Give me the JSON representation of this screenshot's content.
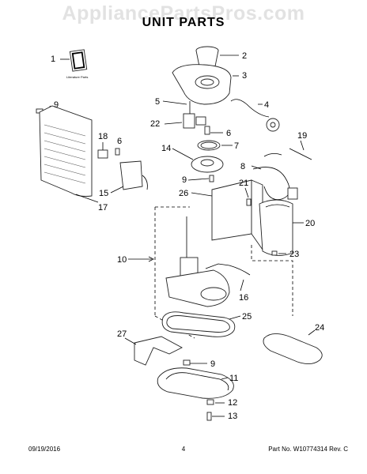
{
  "watermark": "AppliancePartsPros.com",
  "title": "UNIT  PARTS",
  "literature_label": "Literature Parts",
  "callouts": {
    "c1": "1",
    "c2": "2",
    "c3": "3",
    "c4": "4",
    "c5": "5",
    "c6a": "6",
    "c6b": "6",
    "c7": "7",
    "c8": "8",
    "c9a": "9",
    "c9b": "9",
    "c9c": "9",
    "c10": "10",
    "c11": "11",
    "c12": "12",
    "c13": "13",
    "c14": "14",
    "c15": "15",
    "c16": "16",
    "c17": "17",
    "c18": "18",
    "c19": "19",
    "c20": "20",
    "c21": "21",
    "c22": "22",
    "c23": "23",
    "c24": "24",
    "c25": "25",
    "c26": "26",
    "c27": "27"
  },
  "footer": {
    "date": "09/19/2016",
    "page": "4",
    "part_no": "Part No.  W10774314  Rev.  C"
  }
}
